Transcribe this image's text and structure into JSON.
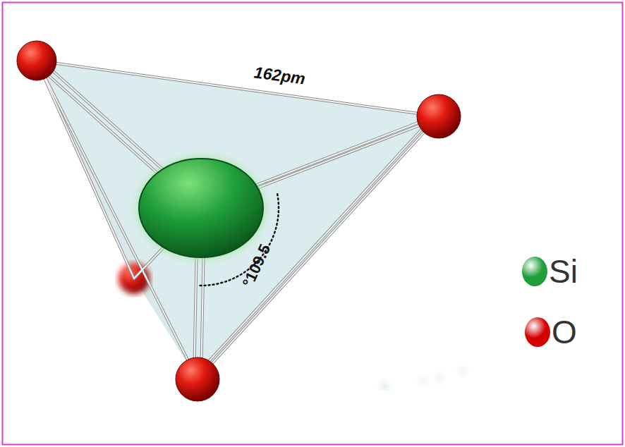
{
  "diagram": {
    "labels": [
      "162pm",
      "°109.5"
    ],
    "legend": [
      {
        "text": "Si",
        "color": "#1f9e3a"
      },
      {
        "text": "O",
        "color": "#d40000"
      }
    ]
  }
}
